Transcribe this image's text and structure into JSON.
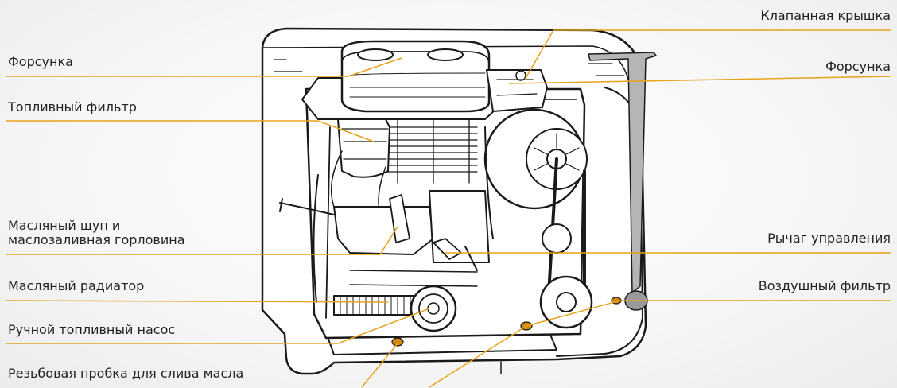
{
  "diagram": {
    "accent_color": "#e8a21c",
    "labels": {
      "injector_left": "Форсунка",
      "fuel_filter": "Топливный фильтр",
      "dipstick_line1": "Масляный щуп и",
      "dipstick_line2": "маслозаливная горловина",
      "oil_cooler": "Масляный радиатор",
      "hand_fuel_pump": "Ручной топливный насос",
      "drain_plug": "Резьбовая пробка для слива масла",
      "valve_cover": "Клапанная крышка",
      "injector_right": "Форсунка",
      "control_lever": "Рычаг управления",
      "air_filter": "Воздушный фильтр"
    }
  }
}
